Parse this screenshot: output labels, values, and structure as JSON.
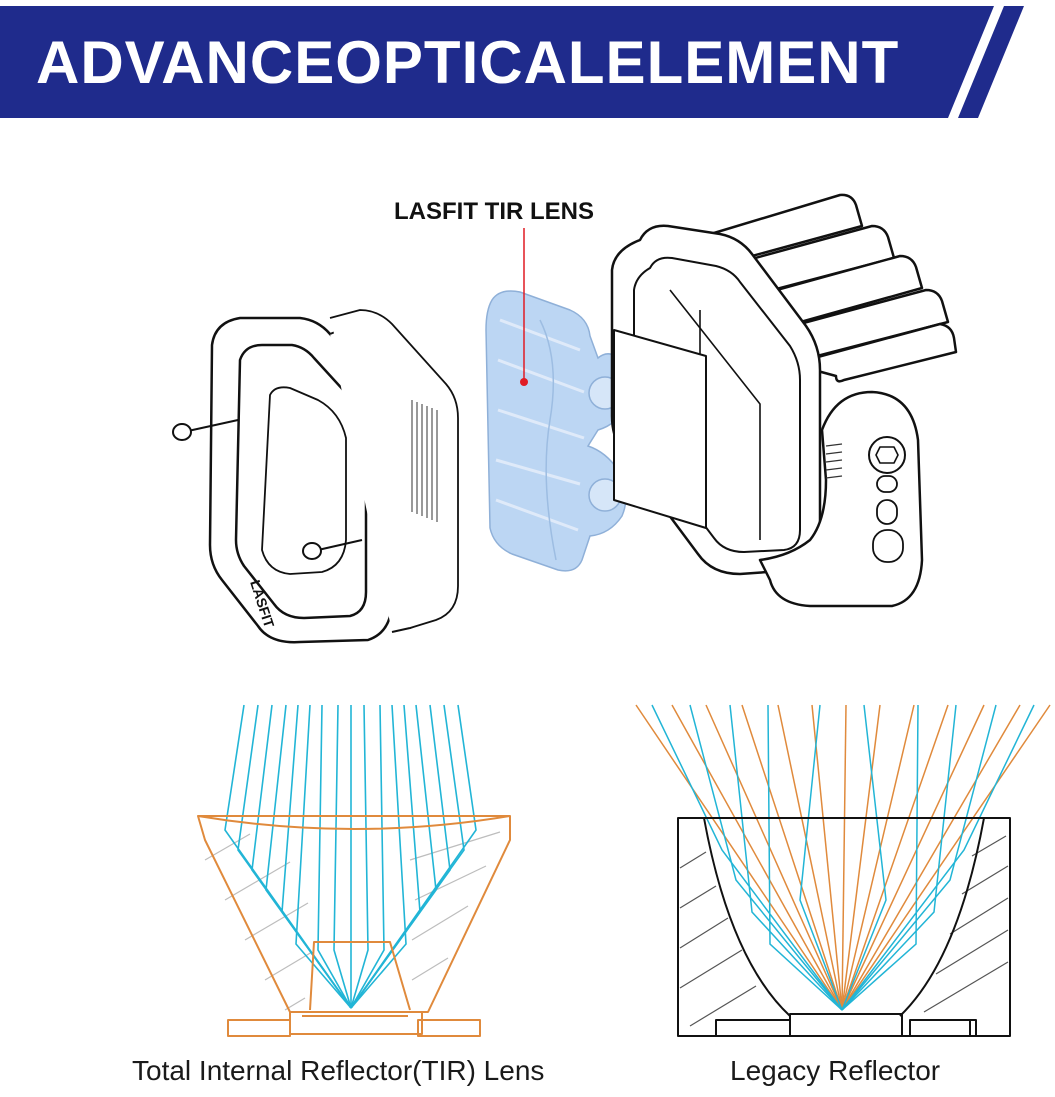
{
  "banner": {
    "title": "ADVANCEOPTICALELEMENT",
    "bg_color": "#1f2b8c",
    "text_color": "#ffffff"
  },
  "exploded_view": {
    "lens_label": "LASFIT TIR LENS",
    "pointer_color": "#e01c24",
    "lens_color": "#bcd6f3"
  },
  "diagrams": {
    "left_caption": "Total Internal Reflector(TIR) Lens",
    "right_caption": "Legacy Reflector",
    "ray_color": "#22b5d6",
    "reflector_color": "#e08a3c",
    "outline_color": "#111111"
  }
}
